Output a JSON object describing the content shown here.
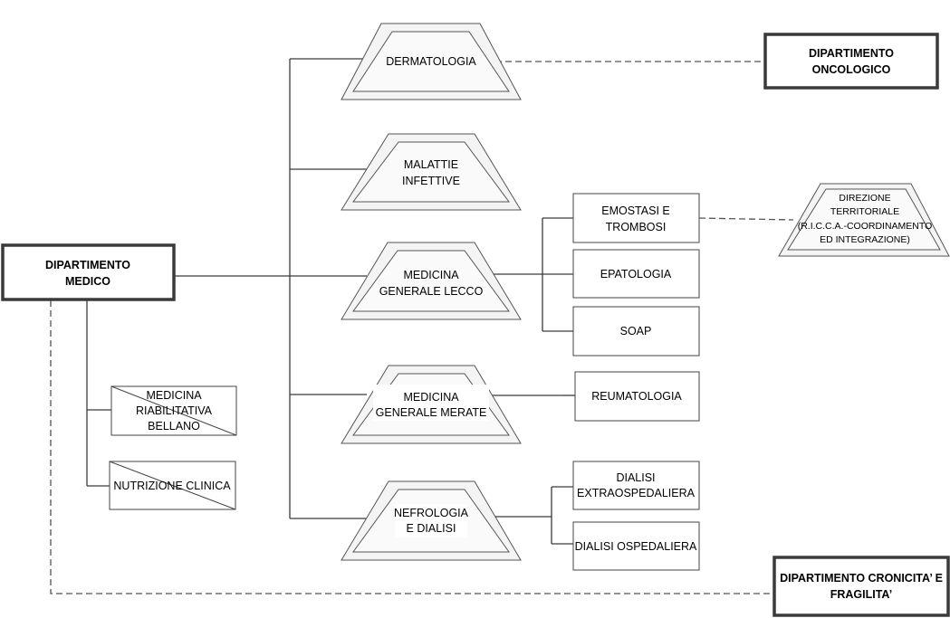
{
  "nodes": {
    "dip_medico": [
      "DIPARTIMENTO",
      "MEDICO"
    ],
    "dip_oncologico": [
      "DIPARTIMENTO",
      "ONCOLOGICO"
    ],
    "dip_cronicita": [
      "DIPARTIMENTO CRONICITA’ E",
      "FRAGILITA’"
    ],
    "dermatologia": [
      "DERMATOLOGIA"
    ],
    "malattie_infettive": [
      "MALATTIE",
      "INFETTIVE"
    ],
    "medicina_lecco": [
      "MEDICINA",
      "GENERALE LECCO"
    ],
    "medicina_merate": [
      "MEDICINA",
      "GENERALE MERATE"
    ],
    "nefrologia": [
      "NEFROLOGIA",
      "E DIALISI"
    ],
    "emostasi": [
      "EMOSTASI E",
      "TROMBOSI"
    ],
    "epatologia": [
      "EPATOLOGIA"
    ],
    "soap": [
      "SOAP"
    ],
    "reumatologia": [
      "REUMATOLOGIA"
    ],
    "dialisi_extra": [
      "DIALISI",
      "EXTRAOSPEDALIERA"
    ],
    "dialisi_osp": [
      "DIALISI OSPEDALIERA"
    ],
    "medicina_riab": [
      "MEDICINA",
      "RIABILITATIVA",
      "BELLANO"
    ],
    "nutrizione": [
      "NUTRIZIONE CLINICA"
    ],
    "direzione": [
      "DIREZIONE",
      "TERRITORIALE",
      "(R.I.C.C.A.-COORDINAMENTO",
      "ED INTEGRAZIONE)"
    ]
  }
}
